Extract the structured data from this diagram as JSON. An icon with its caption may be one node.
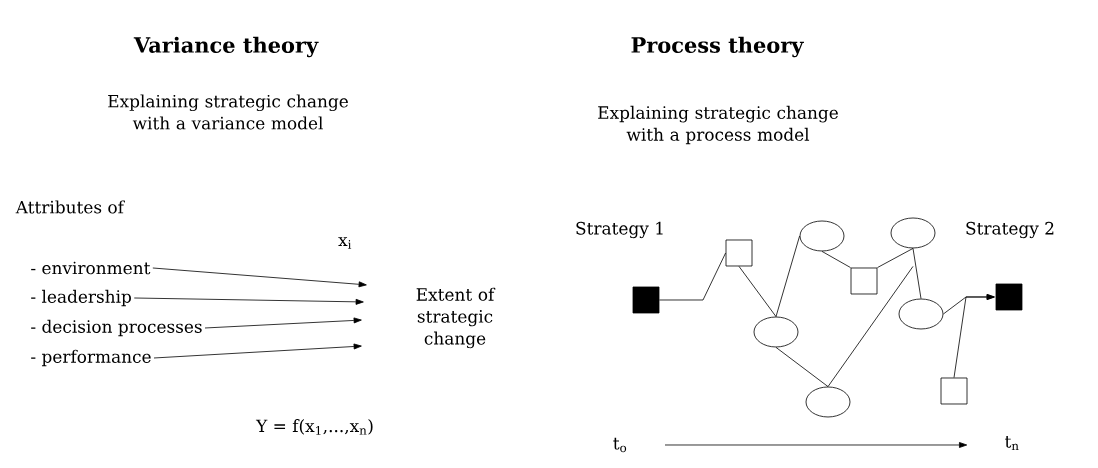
{
  "diagram": {
    "nodes": [
      {
        "text": [
          "- environment"
        ]
      },
      {
        "text": [
          "- leadership"
        ]
      },
      {
        "text": [
          "- decision processes"
        ]
      },
      {
        "text": [
          "- performance"
        ]
      },
      {
        "text": [
          "Extent of strategic change"
        ]
      },
      {
        "text": [],
        "shape": "box",
        "beside": [
          "Strategy 1"
        ]
      },
      {
        "text": [],
        "shape": "box"
      },
      {
        "text": [],
        "shape": "circle"
      },
      {
        "text": [],
        "shape": "box"
      },
      {
        "text": [],
        "shape": "circle"
      },
      {
        "text": [],
        "shape": "circle"
      },
      {
        "text": [],
        "shape": "circle"
      },
      {
        "text": [],
        "shape": "box",
        "beside": [
          "Strategy 2"
        ]
      },
      {
        "text": [],
        "shape": "circle"
      },
      {
        "text": [],
        "shape": "box"
      }
    ],
    "edges": [
      {
        "from": 0,
        "to": 4,
        "arrow": "to"
      },
      {
        "from": 1,
        "to": 4,
        "arrow": "to"
      },
      {
        "from": 2,
        "to": 4,
        "arrow": "to"
      },
      {
        "from": 3,
        "to": 4,
        "arrow": "to"
      },
      {
        "from": 5,
        "to": 6,
        "arrow": "none"
      },
      {
        "from": 6,
        "to": 10,
        "arrow": "none"
      },
      {
        "from": 10,
        "to": 7,
        "arrow": "none"
      },
      {
        "from": 7,
        "to": 8,
        "arrow": "none"
      },
      {
        "from": 8,
        "to": 9,
        "arrow": "none"
      },
      {
        "from": 9,
        "to": 11,
        "arrow": "none"
      },
      {
        "from": 10,
        "to": 13,
        "arrow": "none"
      },
      {
        "from": 13,
        "to": 9,
        "arrow": "none"
      },
      {
        "from": 11,
        "to": 12,
        "arrow": "to"
      },
      {
        "from": 14,
        "to": 12,
        "arrow": "to"
      }
    ],
    "labels": [
      "Variance theory",
      "Process theory",
      "Explaining strategic change with a variance model",
      "Explaining strategic change with a process model",
      "Attributes of",
      "x$_{i}$",
      "Y = f(x$_{1}$,...,x$_{n}$)",
      "t$_{o}$",
      "t$_{n}$"
    ]
  }
}
